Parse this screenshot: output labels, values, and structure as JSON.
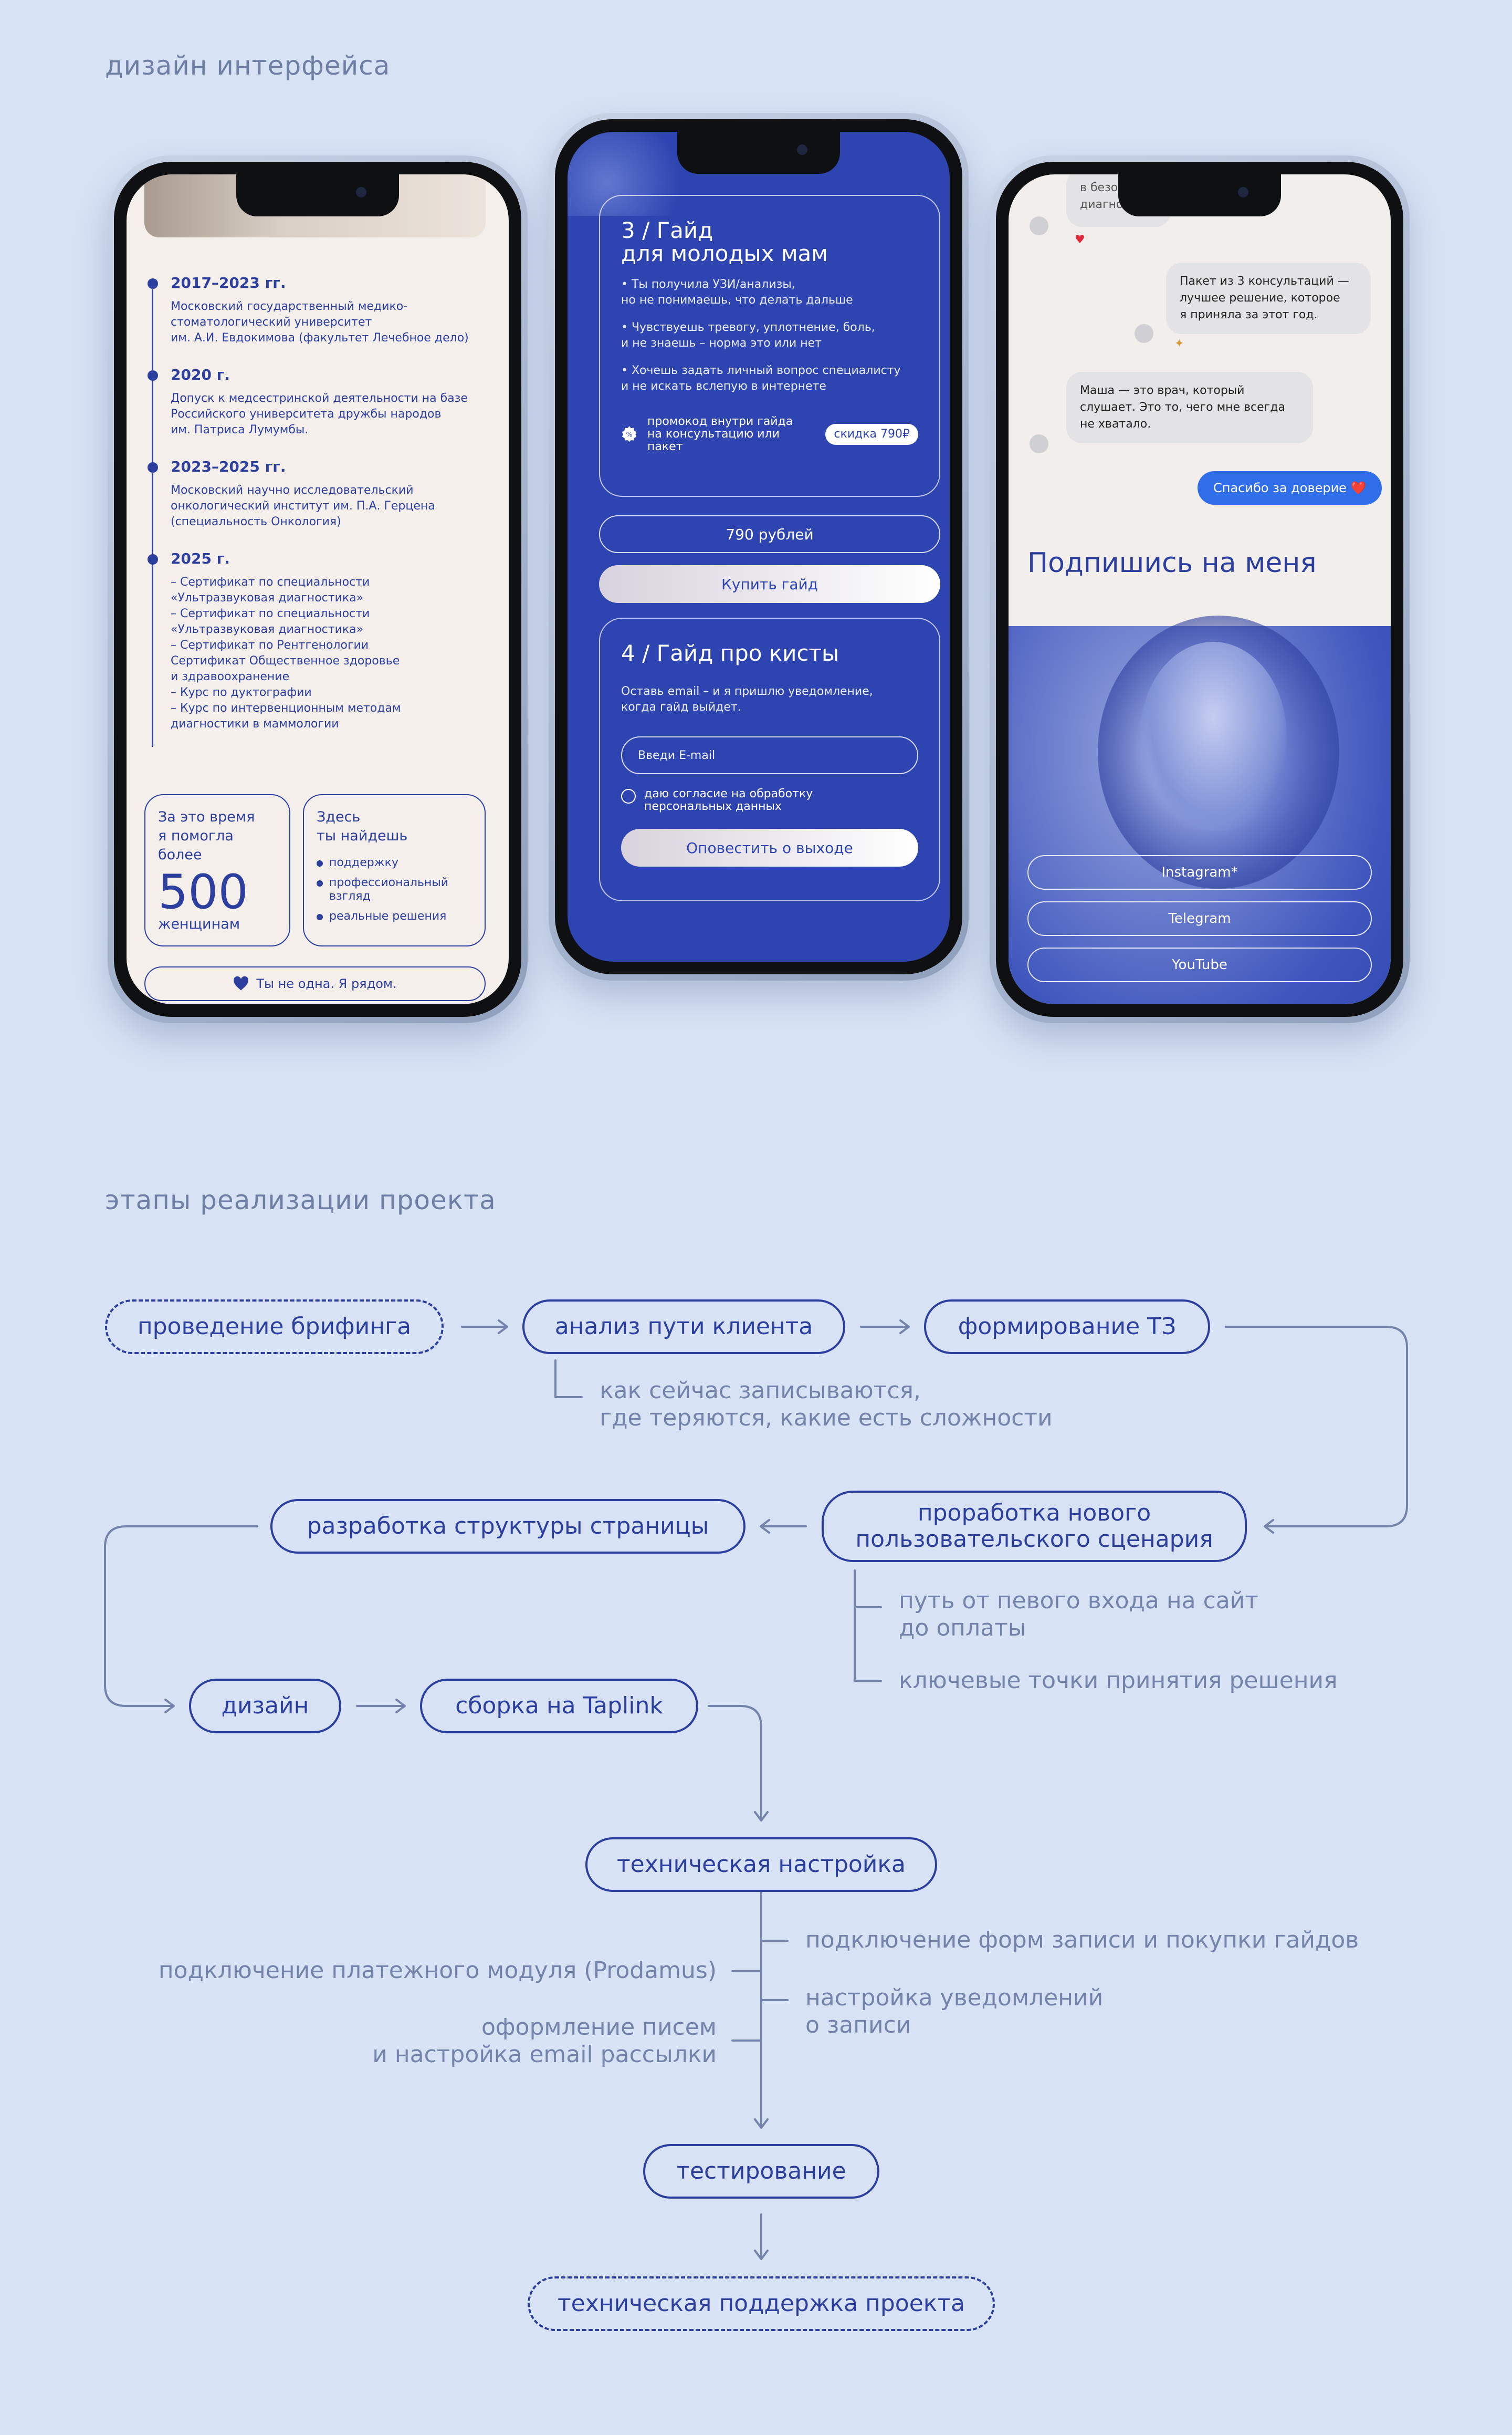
{
  "section_titles": {
    "design": "дизайн интерфейса",
    "stages": "этапы реализации проекта"
  },
  "phone1": {
    "timeline": [
      {
        "year": "2017–2023 гг.",
        "text": "Московский государственный медико-\nстоматологический университет\nим. А.И. Евдокимова (факультет Лечебное дело)"
      },
      {
        "year": "2020 г.",
        "text": "Допуск к медсестринской деятельности на базе\nРоссийского университета дружбы народов\nим. Патриса Лумумбы."
      },
      {
        "year": "2023–2025 гг.",
        "text": "Московский научно исследовательский\nонкологический институт им. П.А. Герцена\n(специальность Онкология)"
      },
      {
        "year": "2025 г.",
        "text": "– Сертификат по специальности\n«Ультразвуковая диагностика»\n– Сертификат по специальности\n«Ультразвуковая диагностика»\n– Сертификат по Рентгенологии\nСертификат Общественное здоровье\nи здравоохранение\n– Курс по дуктографии\n– Курс по интервенционным методам\nдиагностики в маммологии"
      }
    ],
    "stats_label": "За это время\nя помогла\nболее",
    "stats_value": "500",
    "stats_unit": "женщинам",
    "find_label": "Здесь\nты найдешь",
    "find_items": [
      "поддержку",
      "профессиональный\nвзгляд",
      "реальные решения"
    ],
    "pill": "Ты не одна. Я рядом."
  },
  "phone2": {
    "card3_title": "3 /  Гайд\n      для молодых мам",
    "card3_bullets": [
      "• Ты получила УЗИ/анализы,\nно не понимаешь, что делать дальше",
      "• Чувствуешь тревогу, уплотнение, боль,\nи не знаешь – норма это или нет",
      "• Хочешь задать личный вопрос специалисту\nи не искать вслепую в интернете"
    ],
    "promo_text": "промокод внутри гайда\nна консультацию или пакет",
    "promo_badge": "скидка 790₽",
    "price": "790 рублей",
    "buy": "Купить гайд",
    "card4_title": "4 /  Гайд про кисты",
    "card4_text": "Оставь email – и я пришлю уведомление,\nкогда гайд выйдет.",
    "email_placeholder": "Введи E-mail",
    "consent": "даю согласие на обработку\nперсональных данных",
    "notify": "Оповестить о выходе"
  },
  "phone3": {
    "top_fragment": "в безо\nдиагно",
    "bubble1": "Пакет из 3 консультаций —\nлучшее решение, которое\nя приняла за этот год.",
    "bubble2": "Маша — это врач, который\nслушает. Это то, чего мне всегда\nне хватало.",
    "thanks": "Спасибо за доверие ❤️",
    "subscribe": "Подпишись на меня",
    "socials": [
      "Instagram*",
      "Telegram",
      "YouTube"
    ]
  },
  "flow": {
    "n1": "проведение брифинга",
    "n2": "анализ пути клиента",
    "n3": "формирование ТЗ",
    "note1": "как сейчас записываются,\nгде теряются, какие есть сложности",
    "n4": "проработка нового\nпользовательского сценария",
    "n5": "разработка структуры страницы",
    "note2": "путь от певого входа на сайт\nдо оплаты",
    "note3": "ключевые точки принятия решения",
    "n6": "дизайн",
    "n7": "сборка на Taplink",
    "n8": "техническая настройка",
    "note4": "подключение форм записи и покупки гайдов",
    "note5": "подключение платежного модуля (Prodamus)",
    "note6": "настройка уведомлений\nо записи",
    "note7": "оформление писем\nи настройка email рассылки",
    "n9": "тестирование",
    "n10": "техническая поддержка проекта"
  },
  "colors": {
    "background": "#d7e2f4",
    "accent": "#2d3f9e",
    "phone_blue": "#2e45b1",
    "chat_blue": "#2f6ee8"
  }
}
